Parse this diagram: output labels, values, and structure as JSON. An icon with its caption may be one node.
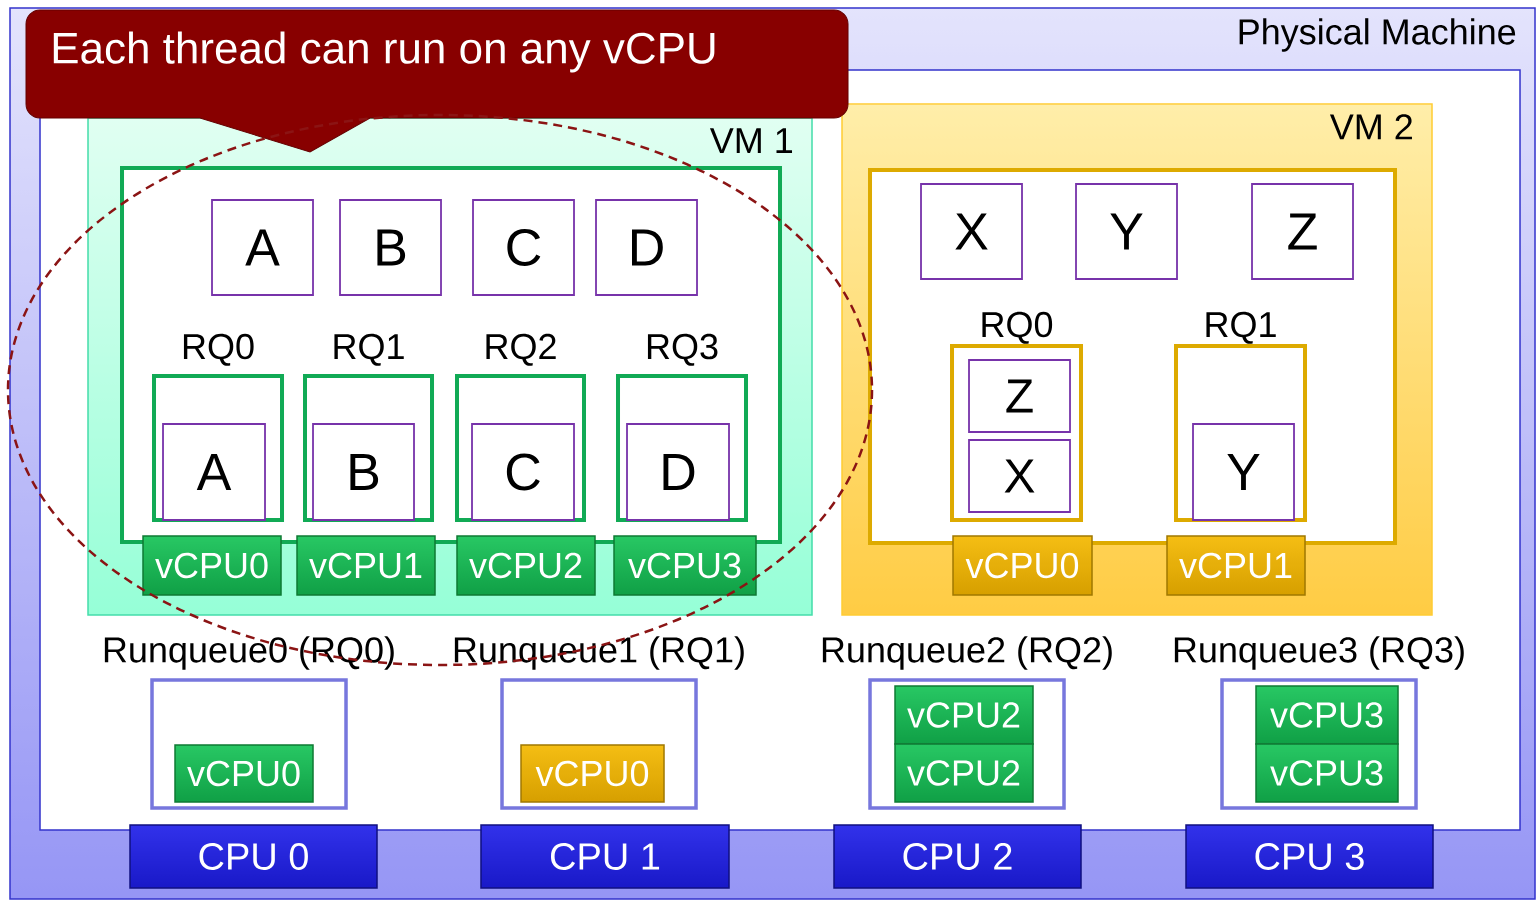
{
  "diagram": {
    "nodes": [
      {
        "text": [
          "Physical Machine"
        ]
      },
      {
        "text": [
          "VM 1"
        ],
        "in": 0
      },
      {
        "text": [],
        "shape": "box",
        "in": 1
      },
      {
        "text": [
          "A"
        ],
        "in": 2
      },
      {
        "text": [
          "B"
        ],
        "in": 2
      },
      {
        "text": [
          "C"
        ],
        "in": 2
      },
      {
        "text": [
          "D"
        ],
        "in": 2
      },
      {
        "text": [
          "RQ0"
        ],
        "in": 2
      },
      {
        "text": [
          "RQ1"
        ],
        "in": 2
      },
      {
        "text": [
          "RQ2"
        ],
        "in": 2
      },
      {
        "text": [
          "RQ3"
        ],
        "in": 2
      },
      {
        "text": [
          "A"
        ],
        "in": 7
      },
      {
        "text": [
          "B"
        ],
        "in": 8
      },
      {
        "text": [
          "C"
        ],
        "in": 9
      },
      {
        "text": [
          "D"
        ],
        "in": 10
      },
      {
        "text": [
          "vCPU0"
        ],
        "in": 1
      },
      {
        "text": [
          "vCPU1"
        ],
        "in": 1
      },
      {
        "text": [
          "vCPU2"
        ],
        "in": 1
      },
      {
        "text": [
          "vCPU3"
        ],
        "in": 1
      },
      {
        "text": [
          "VM 2"
        ],
        "in": 0
      },
      {
        "text": [],
        "shape": "box",
        "in": 19
      },
      {
        "text": [
          "X"
        ],
        "in": 20
      },
      {
        "text": [
          "Y"
        ],
        "in": 20
      },
      {
        "text": [
          "Z"
        ],
        "in": 20
      },
      {
        "text": [
          "RQ0"
        ],
        "in": 20
      },
      {
        "text": [
          "RQ1"
        ],
        "in": 20
      },
      {
        "text": [
          "Z"
        ],
        "in": 24
      },
      {
        "text": [
          "X"
        ],
        "in": 24
      },
      {
        "text": [
          "Y"
        ],
        "in": 25
      },
      {
        "text": [
          "vCPU0"
        ],
        "in": 19
      },
      {
        "text": [
          "vCPU1"
        ],
        "in": 19
      },
      {
        "text": [
          "Runqueue0 (RQ0)"
        ],
        "in": 0
      },
      {
        "text": [
          "Runqueue1 (RQ1)"
        ],
        "in": 0
      },
      {
        "text": [
          "Runqueue2 (RQ2)"
        ],
        "in": 0
      },
      {
        "text": [
          "Runqueue3 (RQ3)"
        ],
        "in": 0
      },
      {
        "text": [
          "vCPU0"
        ],
        "in": 31
      },
      {
        "text": [
          "vCPU0"
        ],
        "in": 32
      },
      {
        "text": [
          "vCPU2"
        ],
        "in": 33
      },
      {
        "text": [
          "vCPU2"
        ],
        "in": 33
      },
      {
        "text": [
          "vCPU3"
        ],
        "in": 34
      },
      {
        "text": [
          "vCPU3"
        ],
        "in": 34
      },
      {
        "text": [
          "CPU 0"
        ],
        "in": 0
      },
      {
        "text": [
          "CPU 1"
        ],
        "in": 0
      },
      {
        "text": [
          "CPU 2"
        ],
        "in": 0
      },
      {
        "text": [
          "CPU 3"
        ],
        "in": 0
      },
      {
        "text": [
          "Each thread can run on any vCPU"
        ],
        "in": 0
      }
    ]
  }
}
